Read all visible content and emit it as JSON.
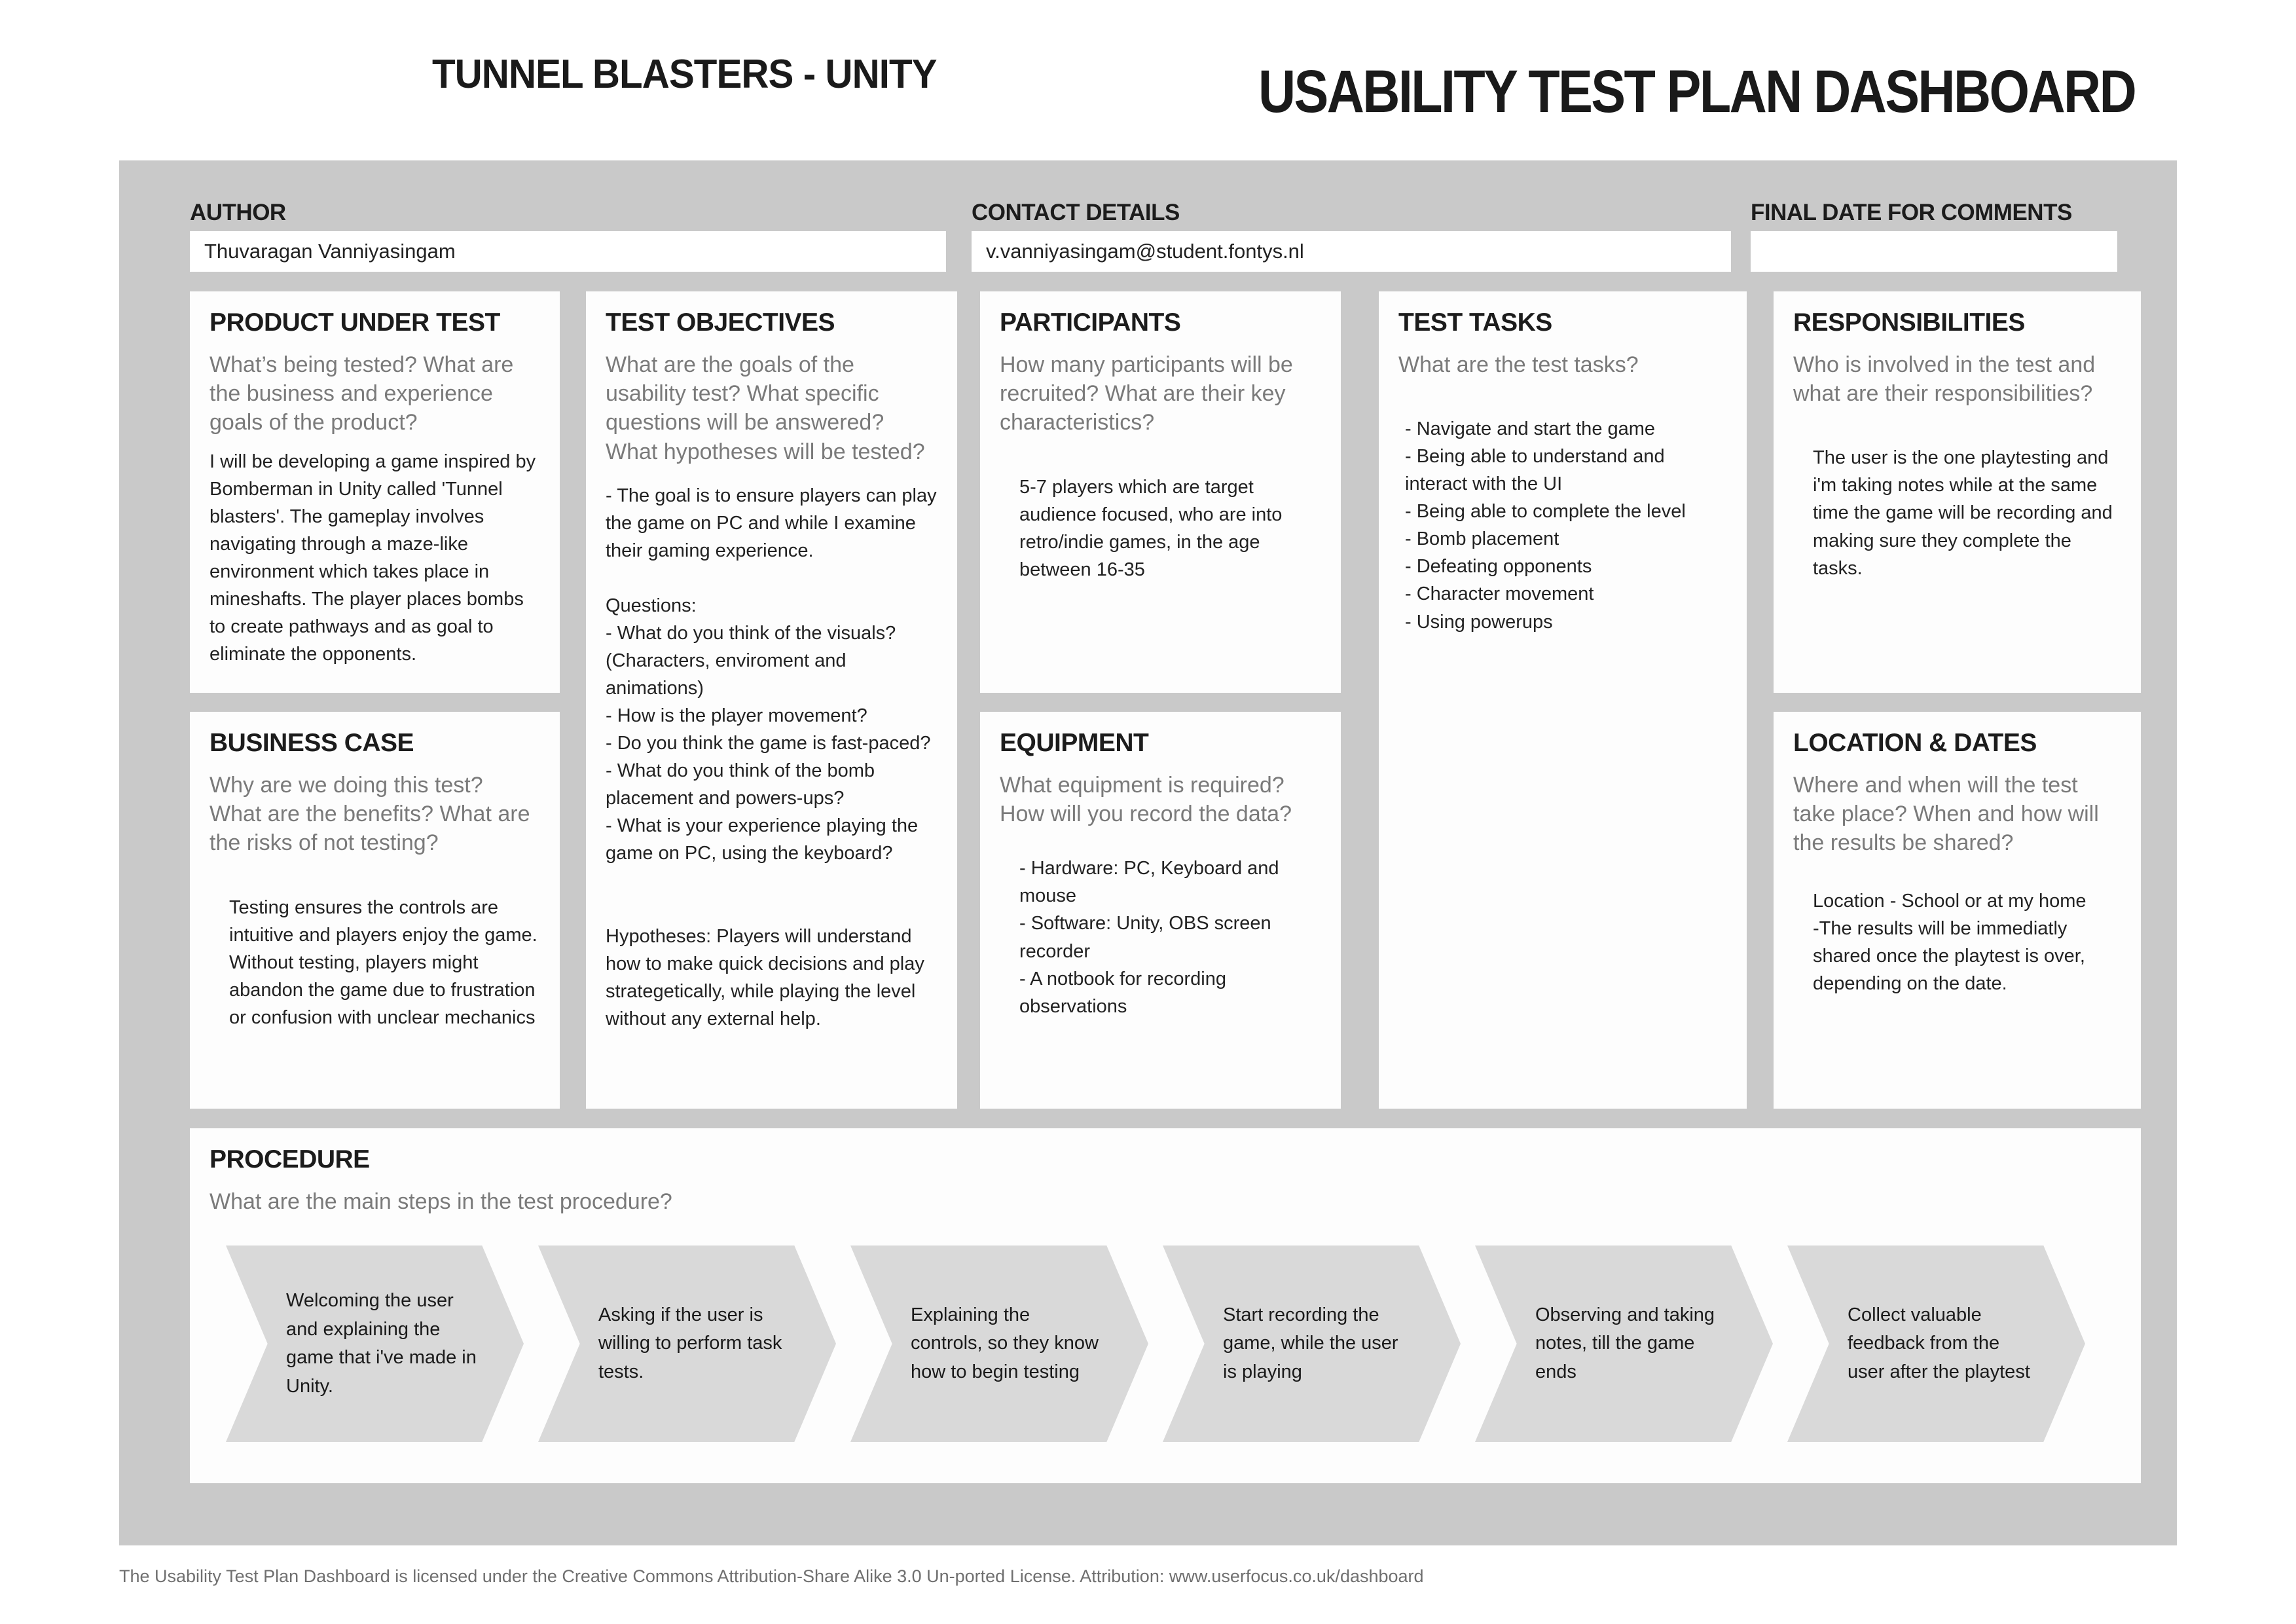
{
  "header": {
    "project_title": "TUNNEL BLASTERS - UNITY",
    "dashboard_title": "USABILITY TEST PLAN DASHBOARD"
  },
  "meta": {
    "fields": [
      {
        "label": "AUTHOR",
        "value": "Thuvaragan Vanniyasingam"
      },
      {
        "label": "CONTACT DETAILS",
        "value": "v.vanniyasingam@student.fontys.nl"
      },
      {
        "label": "FINAL DATE FOR COMMENTS",
        "value": ""
      }
    ]
  },
  "cards": {
    "product": {
      "title": "PRODUCT UNDER TEST",
      "prompt": "What’s being tested? What are the business and experience goals of the product?",
      "answer": "I will be developing a game inspired by Bomberman in Unity called 'Tunnel blasters'. The gameplay involves navigating through a maze-like environment which takes place in mineshafts. The player places bombs to create pathways and as goal to eliminate the opponents."
    },
    "business": {
      "title": "BUSINESS CASE",
      "prompt": "Why are we doing this test? What are the benefits? What are the risks of not testing?",
      "answer": "Testing ensures the controls are intuitive and players enjoy the game. Without testing, players might abandon the game due to frustration or confusion with unclear mechanics"
    },
    "objectives": {
      "title": "TEST OBJECTIVES",
      "prompt": "What are the goals of the usability test? What specific questions will be answered? What hypotheses will be tested?",
      "answer": "- The goal is to ensure players can play the game on PC and while I examine their gaming experience.\n\nQuestions:\n- What do you think of the visuals? (Characters, enviroment and animations)\n- How is the player movement?\n- Do you think the game is fast-paced?\n- What do you think of the bomb placement and powers-ups?\n- What is your experience playing the game on PC, using the keyboard?\n\n\nHypotheses: Players will understand how to make quick decisions and play strategetically, while playing the level without any external help."
    },
    "participants": {
      "title": "PARTICIPANTS",
      "prompt": "How many participants will be recruited? What are their key characteristics?",
      "answer": "5-7 players which are target audience focused, who are into retro/indie games, in the age between 16-35"
    },
    "equipment": {
      "title": "EQUIPMENT",
      "prompt": "What equipment is required? How will you record the data?",
      "answer": "- Hardware: PC, Keyboard and mouse\n- Software: Unity, OBS screen recorder\n- A notbook for recording observations"
    },
    "tasks": {
      "title": "TEST TASKS",
      "prompt": "What are the test tasks?",
      "answer": "- Navigate and start the game\n- Being able to understand and interact with the UI\n- Being able to complete the level\n- Bomb placement\n- Defeating opponents\n- Character movement\n- Using powerups"
    },
    "responsibilities": {
      "title": "RESPONSIBILITIES",
      "prompt": "Who is involved in the test and what are their responsibilities?",
      "answer": "The user is the one playtesting and i'm taking notes while at the same time the game will be recording and making sure they complete the tasks."
    },
    "location": {
      "title": "LOCATION & DATES",
      "prompt": "Where and when will the test take place? When and how will the results be shared?",
      "answer": "Location - School or at my home\n-The results will be immediatly shared once the playtest is over, depending on the date."
    }
  },
  "procedure": {
    "title": "PROCEDURE",
    "prompt": "What are the main steps in the test procedure?",
    "steps": [
      "Welcoming the user and explaining the game that i've made in Unity.",
      "Asking if the user is willing to perform task tests.",
      "Explaining the controls, so they know how to begin testing",
      "Start recording the game, while the user is playing",
      "Observing and taking notes, till the game ends",
      "Collect valuable feedback from the user after the playtest"
    ]
  },
  "footer": {
    "license": "The Usability Test Plan Dashboard is licensed under the Creative Commons Attribution-Share Alike 3.0 Un-ported License. Attribution: www.userfocus.co.uk/dashboard"
  }
}
